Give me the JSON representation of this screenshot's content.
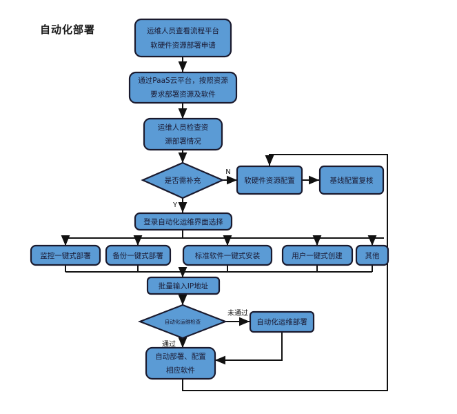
{
  "diagram": {
    "title": "自动化部署",
    "colors": {
      "node_fill": "#5b9bd5",
      "node_stroke": "#1a1a2e",
      "edge_stroke": "#111111",
      "background": "#ffffff"
    },
    "nodes": {
      "n1": {
        "label_line1": "运维人员查看流程平台",
        "label_line2": "软硬件资源部署申请",
        "shape": "rounded-rect"
      },
      "n2": {
        "label_line1": "通过PaaS云平台，按照资源",
        "label_line2": "要求部署资源及软件",
        "shape": "rounded-rect"
      },
      "n3": {
        "label_line1": "运维人员检查资",
        "label_line2": "源部署情况",
        "shape": "rounded-rect"
      },
      "d1": {
        "label": "是否需补充",
        "shape": "diamond"
      },
      "n4": {
        "label": "软硬件资源配置",
        "shape": "rounded-rect"
      },
      "n5": {
        "label": "基线配置复核",
        "shape": "rounded-rect"
      },
      "n6": {
        "label": "登录自动化运维界面选择",
        "shape": "rounded-rect"
      },
      "o1": {
        "label": "监控一键式部署",
        "shape": "rounded-rect"
      },
      "o2": {
        "label": "备份一键式部署",
        "shape": "rounded-rect"
      },
      "o3": {
        "label": "标准软件一键式安装",
        "shape": "rounded-rect"
      },
      "o4": {
        "label": "用户一键式创建",
        "shape": "rounded-rect"
      },
      "o5": {
        "label": "其他",
        "shape": "rounded-rect"
      },
      "n7": {
        "label": "批量输入IP地址",
        "shape": "rounded-rect"
      },
      "d2": {
        "label": "自动化运维检查",
        "shape": "diamond"
      },
      "n8": {
        "label": "自动化运维部署",
        "shape": "rounded-rect"
      },
      "n9": {
        "label_line1": "自动部署、配置",
        "label_line2": "相应软件",
        "shape": "rounded-rect"
      }
    },
    "edge_labels": {
      "e_n": "N",
      "e_y": "Y",
      "e_fail": "未通过",
      "e_pass": "通过"
    }
  }
}
